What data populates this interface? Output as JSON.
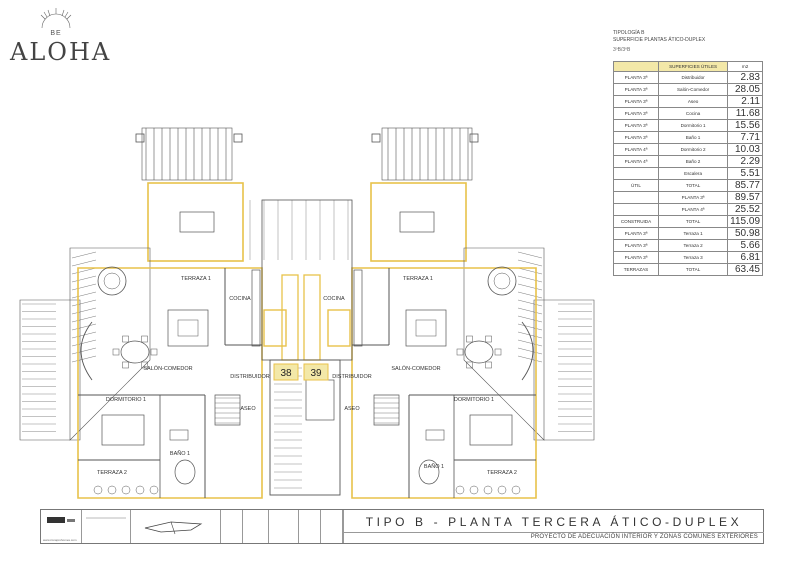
{
  "brand": {
    "prefix": "BE",
    "name": "ALOHA"
  },
  "info": {
    "typology": "TIPOLOGÍA B",
    "surface_caption": "SUPERFICIE PLANTAS ÁTICO-DUPLEX",
    "ref": "3ºB/3ºB",
    "header": {
      "col2": "SUPERFICIES ÚTILES",
      "col3": "m2"
    },
    "rows": [
      {
        "floor": "PLANTA 3ª",
        "room": "Distribuidor",
        "area": "2.83"
      },
      {
        "floor": "PLANTA 3ª",
        "room": "Salón-Comedor",
        "area": "28.05"
      },
      {
        "floor": "PLANTA 3ª",
        "room": "Aseo",
        "area": "2.11"
      },
      {
        "floor": "PLANTA 3ª",
        "room": "Cocina",
        "area": "11.68"
      },
      {
        "floor": "PLANTA 3ª",
        "room": "Dormitorio 1",
        "area": "15.56"
      },
      {
        "floor": "PLANTA 3ª",
        "room": "Baño 1",
        "area": "7.71"
      },
      {
        "floor": "PLANTA 4ª",
        "room": "Dormitorio 2",
        "area": "10.03"
      },
      {
        "floor": "PLANTA 4ª",
        "room": "Baño 2",
        "area": "2.29"
      },
      {
        "floor": "",
        "room": "Escalera",
        "area": "5.51"
      }
    ],
    "util_label": "ÚTIL",
    "total_label": "TOTAL",
    "util_total": "85.77",
    "built_rows": [
      {
        "room": "PLANTA 3ª",
        "area": "89.57"
      },
      {
        "room": "PLANTA 4ª",
        "area": "25.52"
      }
    ],
    "built_label": "CONSTRUIDA",
    "built_total": "115.09",
    "terrace_rows": [
      {
        "floor": "PLANTA 3ª",
        "room": "Terraza 1",
        "area": "50.98"
      },
      {
        "floor": "PLANTA 3ª",
        "room": "Terraza 2",
        "area": "5.66"
      },
      {
        "floor": "PLANTA 3ª",
        "room": "Terraza 3",
        "area": "6.81"
      }
    ],
    "terrace_label": "TERRAZAS",
    "terrace_total": "63.45"
  },
  "plan": {
    "rooms": {
      "terrace1": "TERRAZA 1",
      "kitchen": "COCINA",
      "living": "SALÓN-COMEDOR",
      "hall": "DISTRIBUIDOR",
      "bedroom1": "DORMITORIO 1",
      "toilet": "ASEO",
      "bath1": "BAÑO 1",
      "terrace2": "TERRAZA 2"
    },
    "unit_left": "38",
    "unit_right": "39"
  },
  "title_block": {
    "title": "TIPO B - PLANTA TERCERA ÁTICO-DUPLEX",
    "subtitle": "PROYECTO DE ADECUACIÓN INTERIOR Y ZONAS COMUNES EXTERIORES",
    "website": "www.zonaprohomes.com"
  },
  "colors": {
    "highlight": "#e8c24a",
    "line": "#555555",
    "fill_highlight": "#f3e8a8"
  }
}
